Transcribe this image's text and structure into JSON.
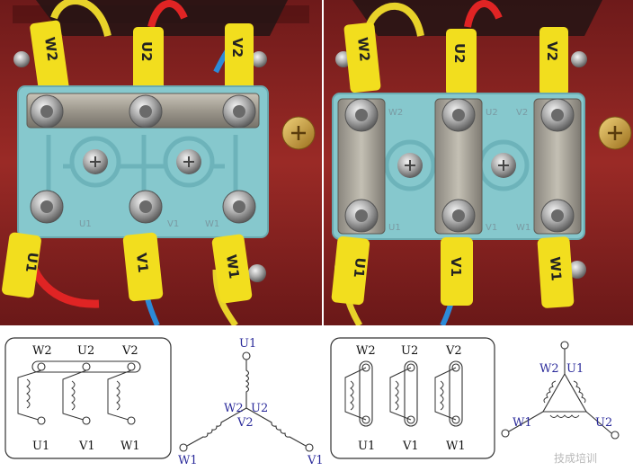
{
  "left_photo": {
    "sleeve_top": [
      "W2",
      "U2",
      "V2"
    ],
    "sleeve_bottom": [
      "U1",
      "V1",
      "W1"
    ],
    "plate_marks": [
      "U1",
      "V1",
      "W1"
    ]
  },
  "right_photo": {
    "sleeve_top": [
      "W2",
      "U2",
      "V2"
    ],
    "sleeve_bottom": [
      "U1",
      "V1",
      "W1"
    ],
    "plate_marks_top": [
      "W2",
      "U2",
      "V2"
    ],
    "plate_marks_bottom": [
      "U1",
      "V1",
      "W1"
    ]
  },
  "star_terminal": {
    "top": [
      "W2",
      "U2",
      "V2"
    ],
    "bottom": [
      "U1",
      "V1",
      "W1"
    ]
  },
  "star_symbol": {
    "top": "U1",
    "center_left": "W2",
    "center_right": "U2",
    "center_bottom": "V2",
    "left": "W1",
    "right": "V1"
  },
  "delta_terminal": {
    "top": [
      "W2",
      "U2",
      "V2"
    ],
    "bottom": [
      "U1",
      "V1",
      "W1"
    ]
  },
  "delta_symbol": {
    "top_left": "W2",
    "top_right": "U1",
    "left": "W1",
    "right": "U2"
  },
  "watermark": "技成培训",
  "colors": {
    "plate": "#86c8cd",
    "box": "#8b2424",
    "sleeve": "#f2de1e",
    "wire_red": "#e02424",
    "wire_blue": "#2c8ad8",
    "label_blue": "#2a2a9a"
  }
}
